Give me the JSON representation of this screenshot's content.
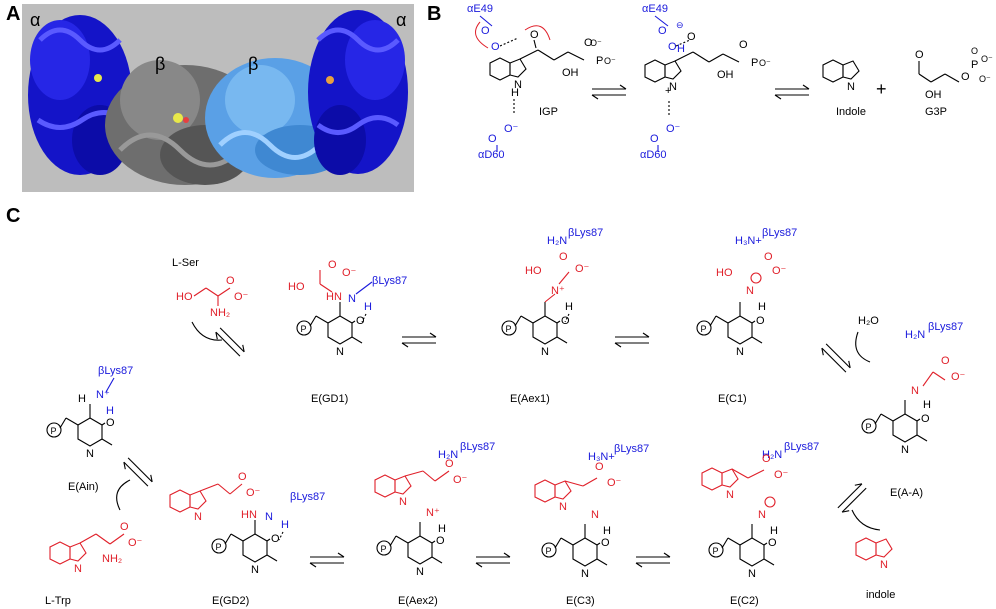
{
  "panels": {
    "a": "A",
    "b": "B",
    "c": "C"
  },
  "panel_a": {
    "subunit_left_alpha": "α",
    "subunit_left_beta": "β",
    "subunit_right_beta": "β",
    "subunit_right_alpha": "α",
    "colors": {
      "background": "#bdbdbd",
      "alpha": "#1414c8",
      "beta_left": "#6e6e6e",
      "beta_right": "#5aa0e6"
    }
  },
  "panel_b": {
    "residue_e49_a": "αE49",
    "residue_e49_b": "αE49",
    "residue_d60_a": "αD60",
    "residue_d60_b": "αD60",
    "igp": "IGP",
    "indole": "Indole",
    "plus": "+",
    "g3p": "G3P"
  },
  "panel_c": {
    "l_ser": "L-Ser",
    "l_trp": "L-Trp",
    "indole": "indole",
    "h2o": "H₂O",
    "blys87": "βLys87",
    "h2n_blys87": "H₂N",
    "h3n_blys87": "H₃N+",
    "states": {
      "e_ain": "E(Ain)",
      "e_gd1": "E(GD1)",
      "e_aex1": "E(Aex1)",
      "e_c1": "E(C1)",
      "e_aa": "E(A-A)",
      "e_gd2": "E(GD2)",
      "e_aex2": "E(Aex2)",
      "e_c3": "E(C3)",
      "e_c2": "E(C2)"
    }
  }
}
